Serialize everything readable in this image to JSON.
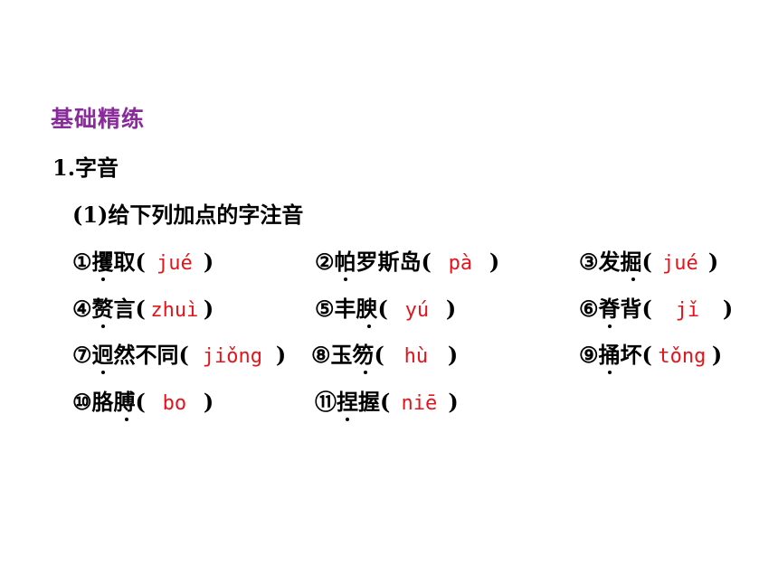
{
  "section_title": "基础精练",
  "heading1": "1.字音",
  "heading2": "(1)给下列加点的字注音",
  "items": [
    {
      "num": "①",
      "word": "攫取",
      "answer": "jué"
    },
    {
      "num": "②",
      "word": "帕罗斯岛",
      "answer": "pà"
    },
    {
      "num": "③",
      "word": "发掘",
      "answer": "jué"
    },
    {
      "num": "④",
      "word": "赘言",
      "answer": "zhuì"
    },
    {
      "num": "⑤",
      "word": "丰腴",
      "answer": "yú"
    },
    {
      "num": "⑥",
      "word": "脊背",
      "answer": "jǐ"
    },
    {
      "num": "⑦",
      "word": "迥然不同",
      "answer": "jiǒng"
    },
    {
      "num": "⑧",
      "word": "玉笏",
      "answer": "hù"
    },
    {
      "num": "⑨",
      "word": "捅坏",
      "answer": "tǒng"
    },
    {
      "num": "⑩",
      "word": "胳膊",
      "answer": "bo"
    },
    {
      "num": "⑪",
      "word": "捏握",
      "answer": "niē"
    }
  ],
  "colors": {
    "title": "#8a2b9c",
    "answer": "#e4141c"
  }
}
